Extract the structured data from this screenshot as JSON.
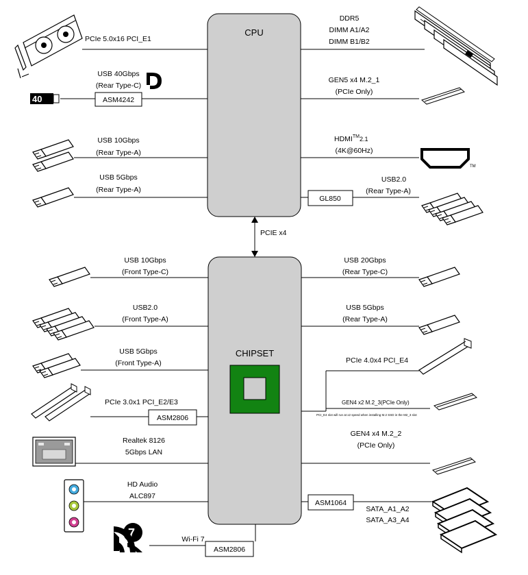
{
  "cpu": {
    "title": "CPU"
  },
  "chipset": {
    "title": "CHIPSET"
  },
  "link": {
    "label": "PCIE x4"
  },
  "cpu_left": {
    "pcie_slot": {
      "label": "PCIe 5.0x16 PCI_E1"
    },
    "usb40": {
      "label1": "USB 40Gbps",
      "label2": "(Rear Type-C)",
      "chip": "ASM4242",
      "badge": "40"
    },
    "usb10": {
      "label1": "USB 10Gbps",
      "label2": "(Rear Type-A)"
    },
    "usb5": {
      "label1": "USB 5Gbps",
      "label2": "(Rear Type-A)"
    }
  },
  "cpu_right": {
    "ddr": {
      "label1": "DDR5",
      "label2": "DIMM A1/A2",
      "label3": "DIMM B1/B2"
    },
    "m2_1": {
      "label1": "GEN5 x4 M.2_1",
      "label2": "(PCIe Only)"
    },
    "hdmi": {
      "label1": "HDMI",
      "sup": "TM",
      "ver": "2.1",
      "label2": "(4K@60Hz)",
      "tm": "TM"
    },
    "usb2": {
      "chip": "GL850",
      "label1": "USB2.0",
      "label2": "(Rear Type-A)"
    }
  },
  "chip_left": {
    "usb10_front": {
      "label1": "USB 10Gbps",
      "label2": "(Front Type-C)"
    },
    "usb2_front": {
      "label1": "USB2.0",
      "label2": "(Front Type-A)"
    },
    "usb5_front": {
      "label1": "USB 5Gbps",
      "label2": "(Front Type-A)"
    },
    "pcie3": {
      "label": "PCIe 3.0x1 PCI_E2/E3",
      "chip": "ASM2806"
    },
    "lan": {
      "label1": "Realtek 8126",
      "label2": "5Gbps LAN"
    },
    "audio": {
      "label1": "HD Audio",
      "label2": "ALC897"
    },
    "wifi": {
      "label": "Wi-Fi 7",
      "chip": "ASM2806",
      "badge": "7"
    }
  },
  "chip_right": {
    "usb20": {
      "label1": "USB 20Gbps",
      "label2": "(Rear Type-C)"
    },
    "usb5": {
      "label1": "USB 5Gbps",
      "label2": "(Rear Type-A)"
    },
    "pcie4": {
      "label": "PCIe 4.0x4 PCI_E4"
    },
    "m2_3": {
      "label": "GEN4 x2 M.2_3(PCIe Only)",
      "note": "PCI_E4 slot will run at x2 speed when installing M.2 SSD in the M2_3 slot"
    },
    "m2_2": {
      "label1": "GEN4 x4 M.2_2",
      "label2": "(PCIe Only)"
    },
    "sata": {
      "chip": "ASM1064",
      "label1": "SATA_A1_A2",
      "label2": "SATA_A3_A4"
    }
  },
  "colors": {
    "box_fill": "#cfcfcf",
    "chip_outer": "#128312",
    "chip_inner": "#cccccc",
    "audio_blue": "#44aadd",
    "audio_green": "#a8c83c",
    "audio_pink": "#d04090"
  }
}
